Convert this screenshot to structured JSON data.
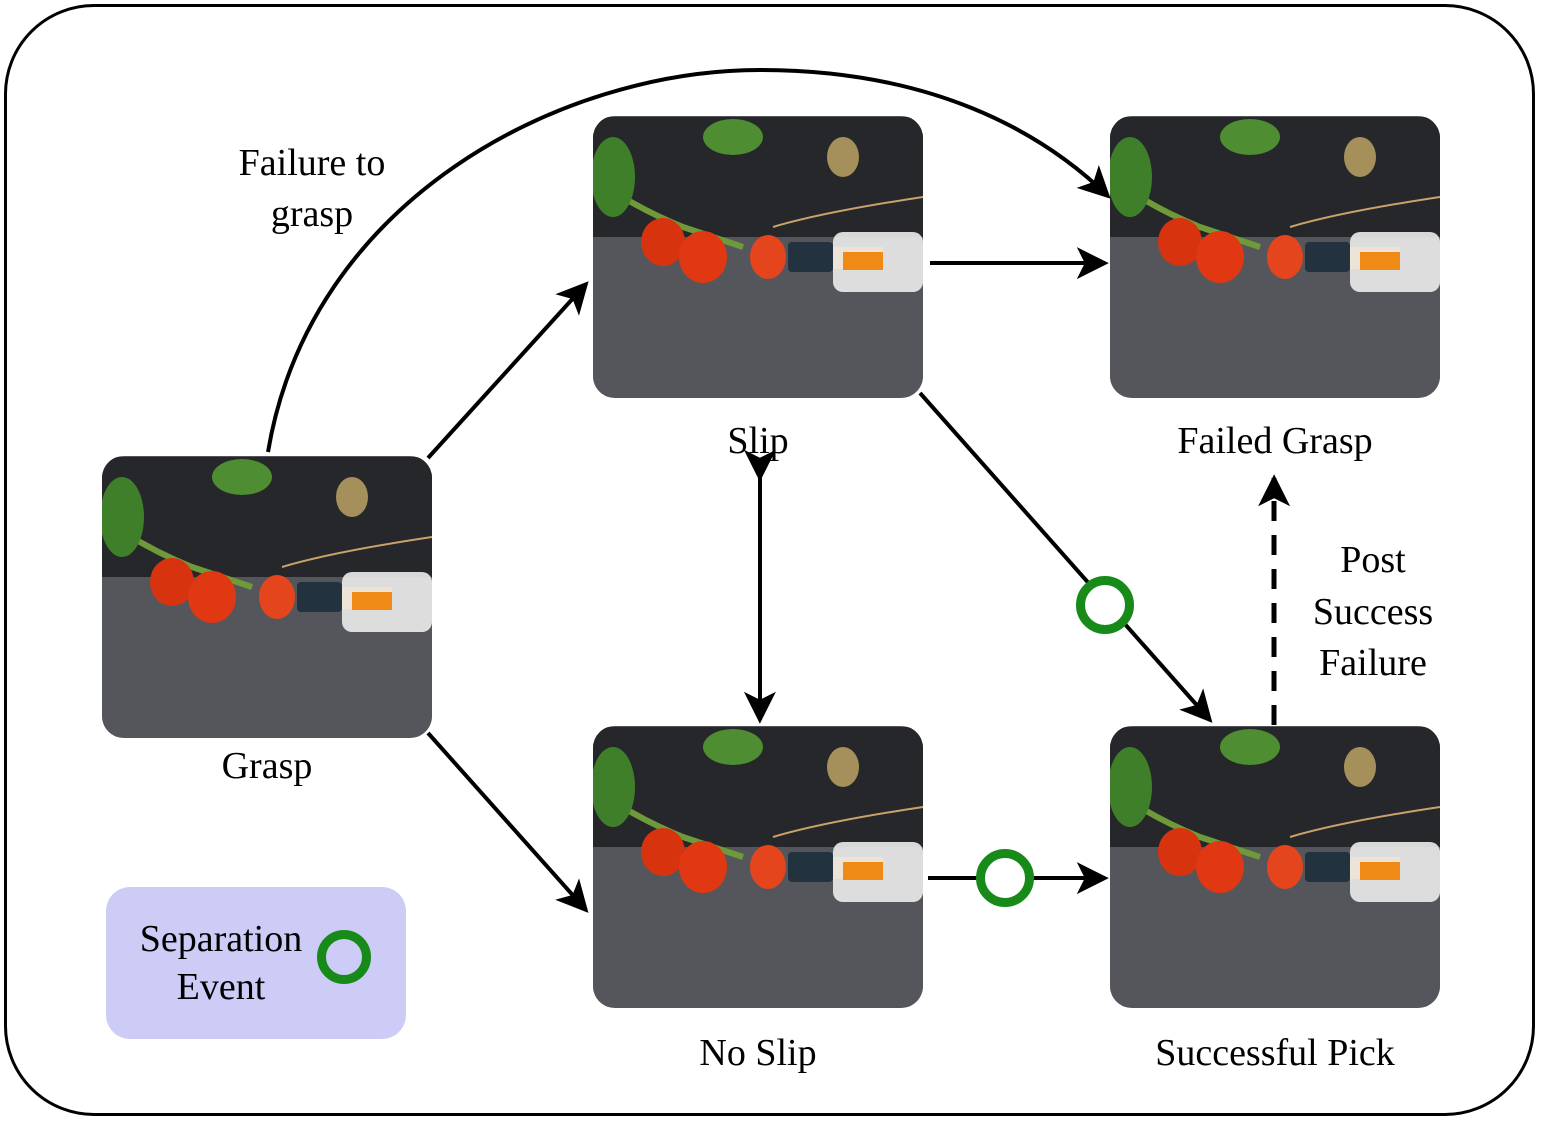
{
  "states": {
    "grasp": {
      "label": "Grasp"
    },
    "slip": {
      "label": "Slip"
    },
    "no_slip": {
      "label": "No Slip"
    },
    "failed_grasp": {
      "label": "Failed Grasp"
    },
    "successful_pick": {
      "label": "Successful Pick"
    }
  },
  "transitions": {
    "failure_to_grasp": "Failure to grasp",
    "post_success_failure": "Post Success Failure"
  },
  "legend": {
    "label": "Separation Event",
    "marker_color": "#178a1a",
    "background": "#ccccf7"
  },
  "icons": {
    "separation_marker": "green-ring"
  }
}
